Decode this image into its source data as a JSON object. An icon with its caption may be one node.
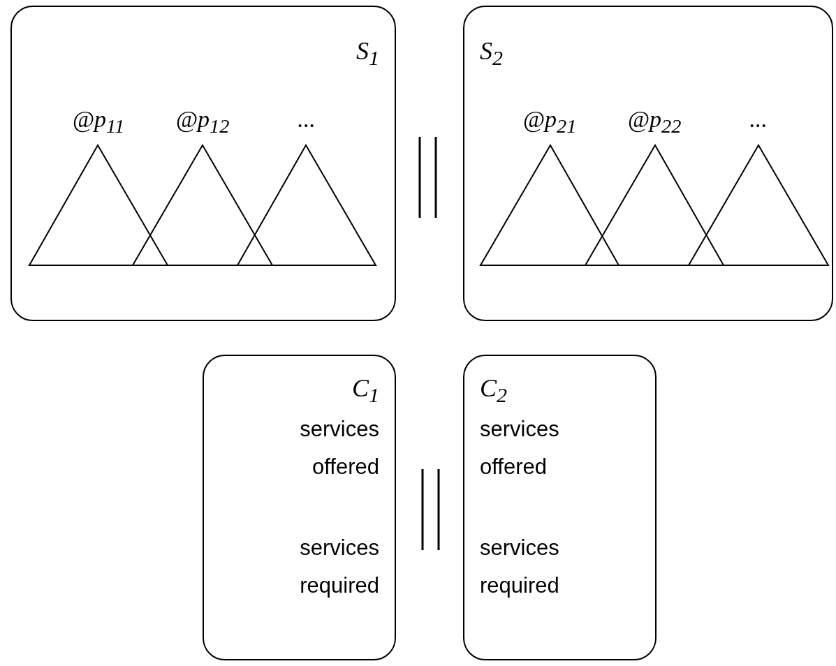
{
  "diagram": {
    "nodes": [
      {
        "text": [
          "S$_{1}$"
        ]
      },
      {
        "text": [
          "@p$_{11}$"
        ],
        "in": 0
      },
      {
        "text": [
          "@p$_{12}$"
        ],
        "in": 0
      },
      {
        "text": [
          "..."
        ],
        "in": 0
      },
      {
        "text": [
          "S$_{2}$"
        ]
      },
      {
        "text": [
          "@p$_{21}$"
        ],
        "in": 4
      },
      {
        "text": [
          "@p$_{22}$"
        ],
        "in": 4
      },
      {
        "text": [
          "..."
        ],
        "in": 4
      },
      {
        "text": [
          "C$_{1}$",
          "services offered",
          "services required"
        ]
      },
      {
        "text": [
          "C$_{2}$",
          "services offered",
          "services required"
        ]
      }
    ],
    "edges": []
  }
}
